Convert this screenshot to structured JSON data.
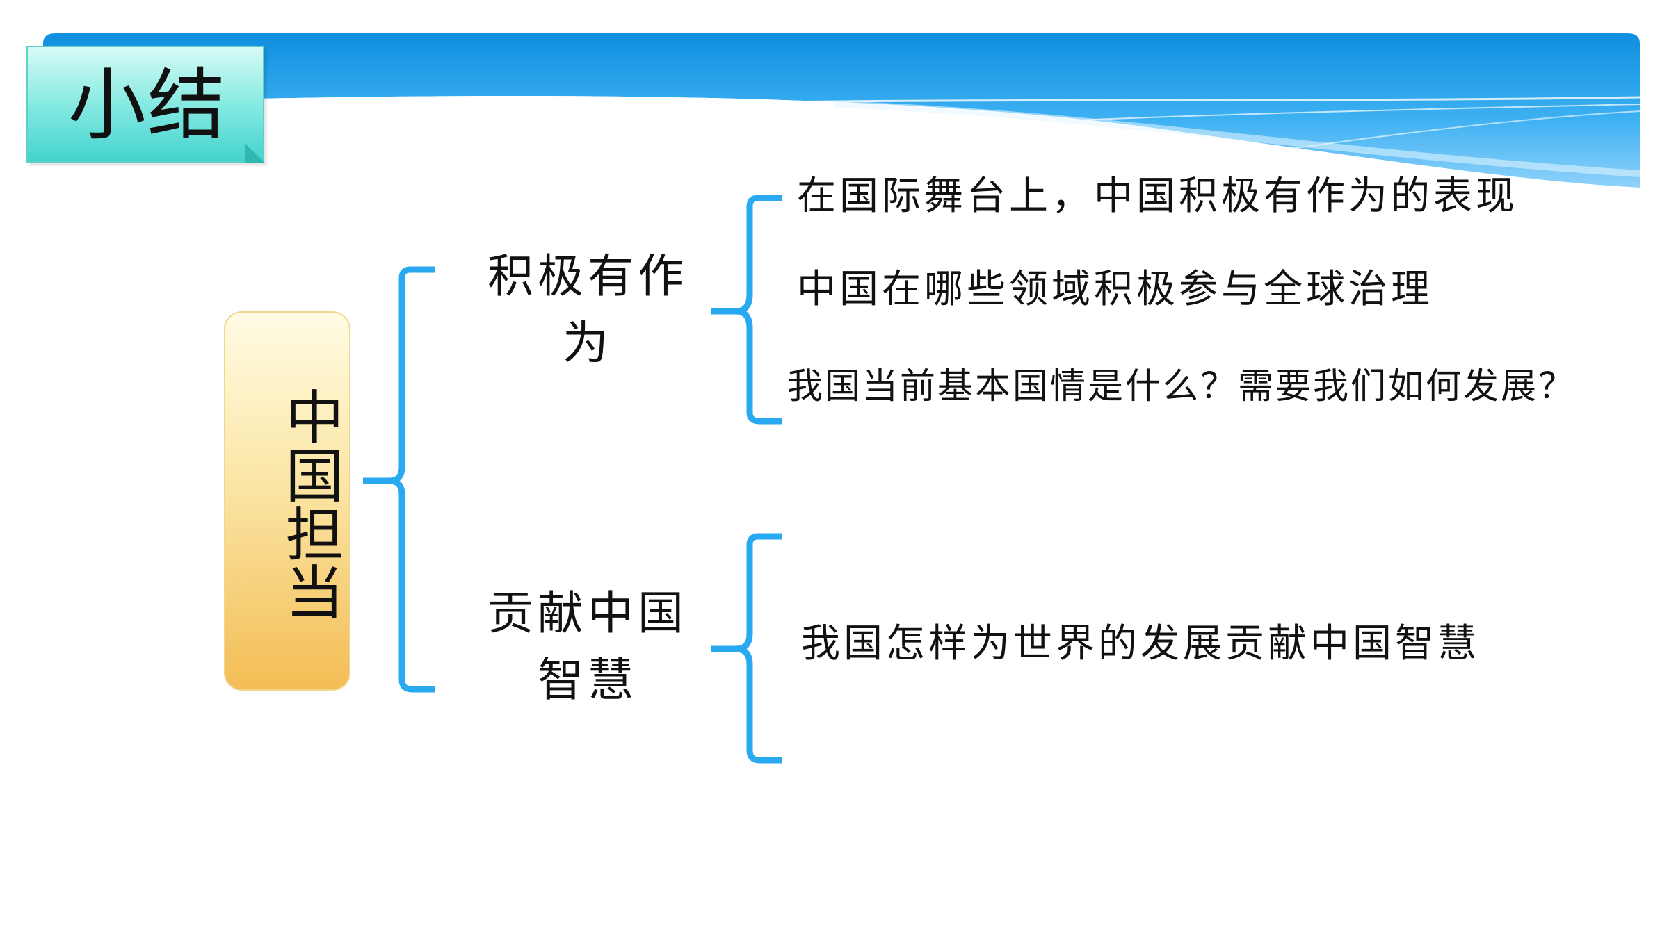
{
  "title": "小结",
  "root": {
    "label": "中国担当"
  },
  "branches": [
    {
      "label": "积极有作为",
      "items": [
        "在国际舞台上，中国积极有作为的表现",
        "中国在哪些领域积极参与全球治理",
        "我国当前基本国情是什么？需要我们如何发展？"
      ]
    },
    {
      "label": "贡献中国智慧",
      "items": [
        "我国怎样为世界的发展贡献中国智慧"
      ]
    }
  ],
  "colors": {
    "bracket": "#29aaf0",
    "banner_dark": "#1592e0",
    "banner_light": "#bfe4fb",
    "tab_fill": "#7fe8e0",
    "root_fill": "#f3bd55"
  }
}
